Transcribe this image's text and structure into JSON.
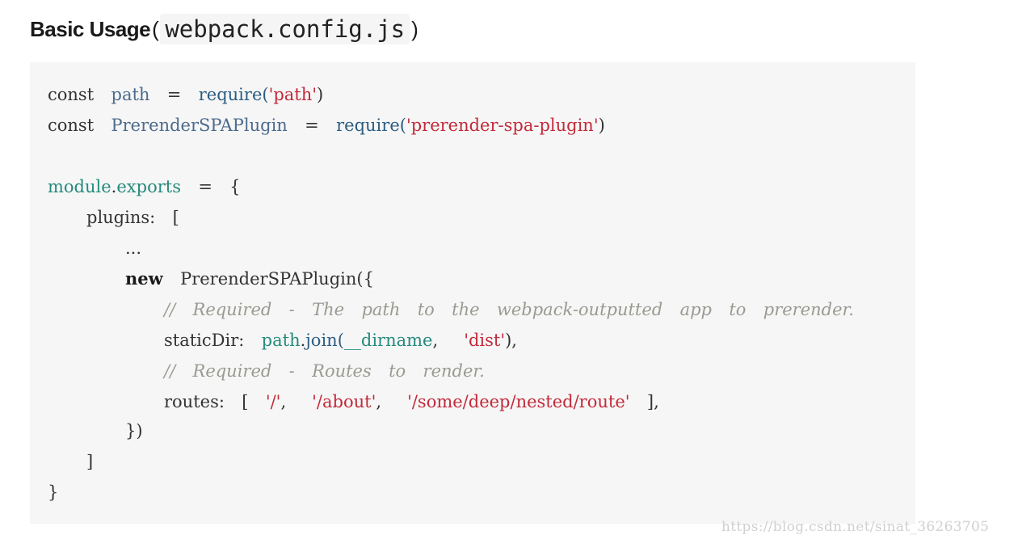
{
  "heading": {
    "prefix": "Basic Usage",
    "open_paren": "(",
    "filename": "webpack.config.js",
    "close_paren": ")"
  },
  "code": {
    "line1": [
      {
        "t": "const",
        "k": "plain"
      },
      {
        "t": "  ",
        "k": "plain"
      },
      {
        "t": "path",
        "k": "var"
      },
      {
        "t": "  =  ",
        "k": "plain"
      },
      {
        "t": "require(",
        "k": "fn"
      },
      {
        "t": "'path'",
        "k": "str"
      },
      {
        "t": ")",
        "k": "plain"
      }
    ],
    "line2": [
      {
        "t": "const",
        "k": "plain"
      },
      {
        "t": "  ",
        "k": "plain"
      },
      {
        "t": "PrerenderSPAPlugin",
        "k": "var"
      },
      {
        "t": "  =  ",
        "k": "plain"
      },
      {
        "t": "require(",
        "k": "fn"
      },
      {
        "t": "'prerender-spa-plugin'",
        "k": "str"
      },
      {
        "t": ")",
        "k": "plain"
      }
    ],
    "line3": [
      {
        "t": "module",
        "k": "teal"
      },
      {
        "t": ".",
        "k": "plain"
      },
      {
        "t": "exports",
        "k": "teal"
      },
      {
        "t": "  =  {",
        "k": "plain"
      }
    ],
    "line4": [
      {
        "t": "plugins:  [",
        "k": "plain"
      }
    ],
    "line5": [
      {
        "t": "...",
        "k": "plain"
      }
    ],
    "line6": [
      {
        "t": "new",
        "k": "kw"
      },
      {
        "t": "  PrerenderSPAPlugin({",
        "k": "plain"
      }
    ],
    "line7": [
      {
        "t": "//  Required  -  The  path  to  the  webpack-outputted  app  to  prerender.",
        "k": "com"
      }
    ],
    "line8": [
      {
        "t": "staticDir:  ",
        "k": "plain"
      },
      {
        "t": "path",
        "k": "teal"
      },
      {
        "t": ".",
        "k": "plain"
      },
      {
        "t": "join(",
        "k": "fn"
      },
      {
        "t": "__dirname",
        "k": "teal"
      },
      {
        "t": ",   ",
        "k": "plain"
      },
      {
        "t": "'dist'",
        "k": "str"
      },
      {
        "t": "),",
        "k": "plain"
      }
    ],
    "line9": [
      {
        "t": "//  Required  -  Routes  to  render.",
        "k": "com"
      }
    ],
    "line10": [
      {
        "t": "routes:  [  ",
        "k": "plain"
      },
      {
        "t": "'/'",
        "k": "str"
      },
      {
        "t": ",   ",
        "k": "plain"
      },
      {
        "t": "'/about'",
        "k": "str"
      },
      {
        "t": ",   ",
        "k": "plain"
      },
      {
        "t": "'/some/deep/nested/route'",
        "k": "str"
      },
      {
        "t": "  ],",
        "k": "plain"
      }
    ],
    "line11": [
      {
        "t": "})",
        "k": "plain"
      }
    ],
    "line12": [
      {
        "t": "]",
        "k": "plain"
      }
    ],
    "line13": [
      {
        "t": "}",
        "k": "plain"
      }
    ]
  },
  "watermark": "https://blog.csdn.net/sinat_36263705"
}
